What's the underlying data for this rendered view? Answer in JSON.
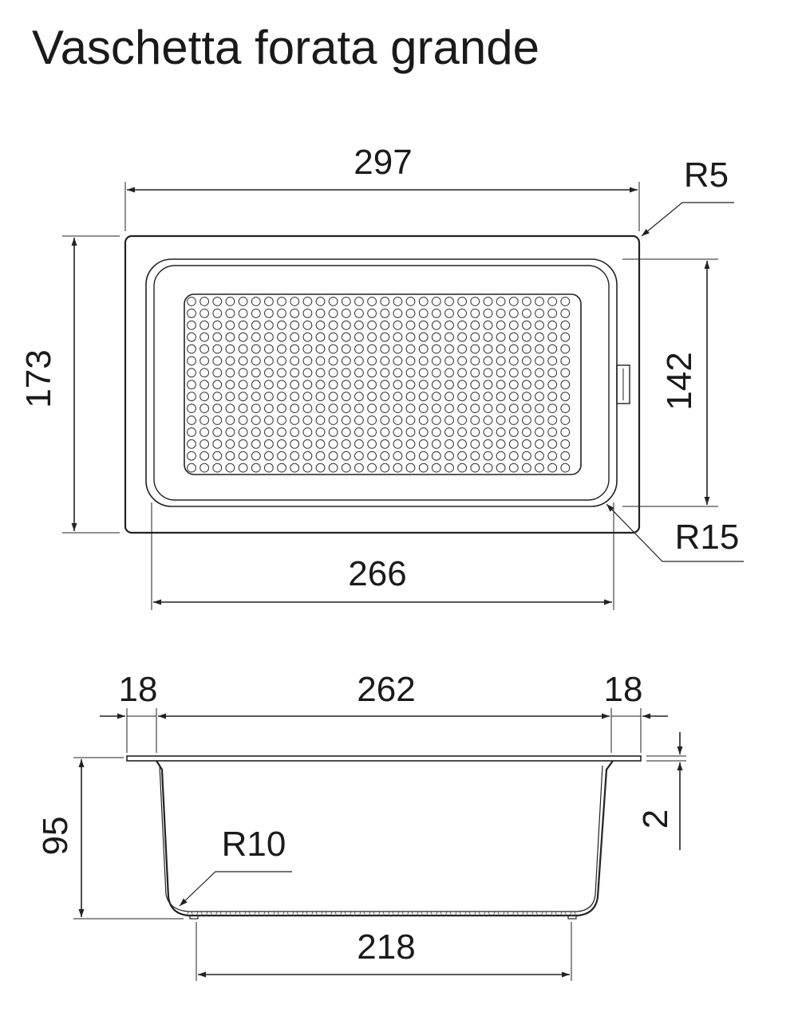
{
  "title": "Vaschetta forata grande",
  "top_view": {
    "width_overall": "297",
    "height_overall": "173",
    "height_inner": "142",
    "width_inner": "266",
    "corner_radius_outer": "R5",
    "corner_radius_inner": "R15"
  },
  "side_view": {
    "flange_left": "18",
    "opening_width": "262",
    "flange_right": "18",
    "depth": "95",
    "flange_thickness": "2",
    "bottom_radius": "R10",
    "bottom_width": "218"
  }
}
